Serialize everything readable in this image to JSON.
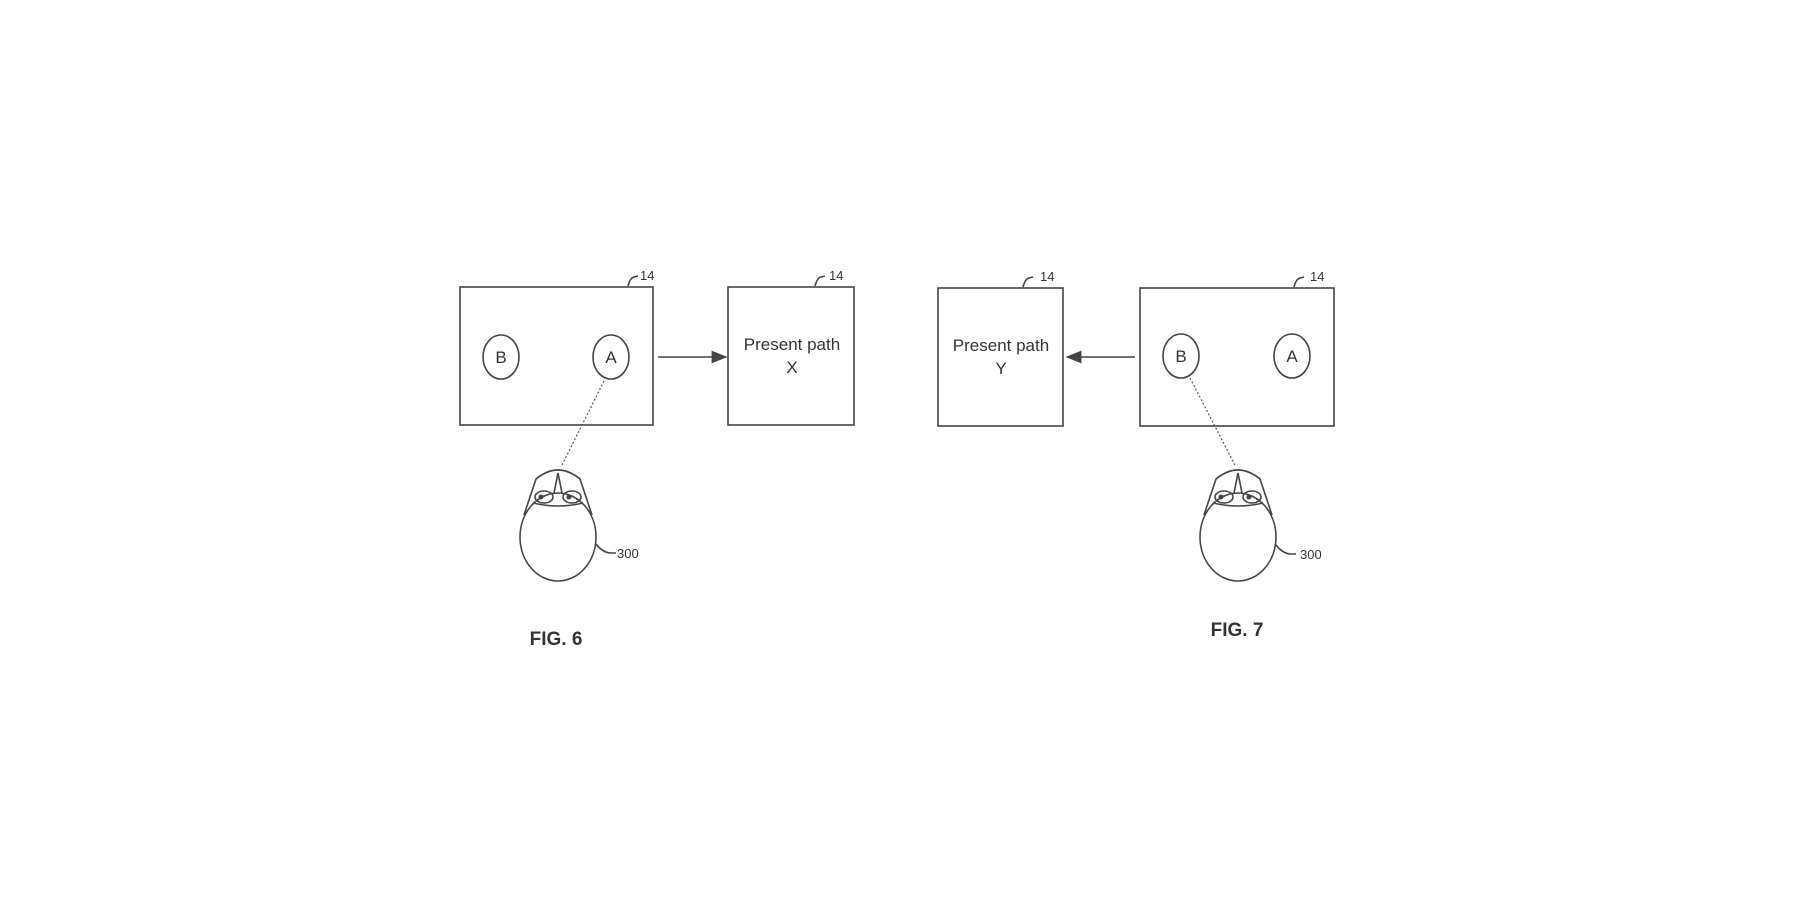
{
  "fig6": {
    "caption": "FIG. 6",
    "screen_label": "14",
    "output_label": "14",
    "target_b": "B",
    "target_a": "A",
    "output_line1": "Present path",
    "output_line2": "X",
    "user_label": "300"
  },
  "fig7": {
    "caption": "FIG. 7",
    "screen_label": "14",
    "output_label": "14",
    "target_b": "B",
    "target_a": "A",
    "output_line1": "Present path",
    "output_line2": "Y",
    "user_label": "300"
  },
  "colors": {
    "line": "#444444",
    "background": "#ffffff"
  }
}
